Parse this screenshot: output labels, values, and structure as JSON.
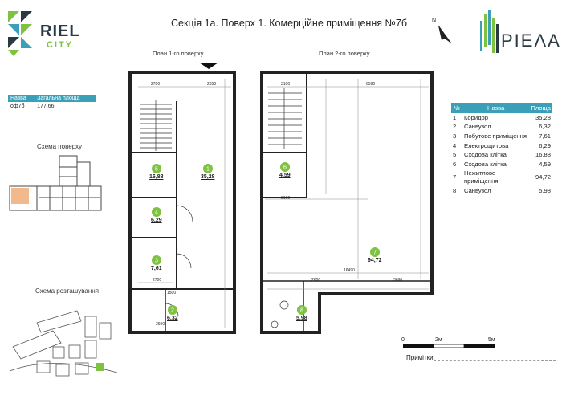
{
  "brand": {
    "riel_word": "RIEL",
    "riel_sub": "CITY",
    "piela_word": "PIEΛA",
    "green": "#7fc241",
    "teal": "#3aa0b8"
  },
  "title": "Секція 1а. Поверх 1. Комерційне приміщення №7б",
  "plans": {
    "floor1_label": "План 1-го поверху",
    "floor2_label": "План 2-го поверху"
  },
  "north_label": "N",
  "summary": {
    "headers": [
      "Назва",
      "Загальна площа"
    ],
    "row": [
      "оф7б",
      "177,66"
    ]
  },
  "floor_scheme_label": "Схема поверху",
  "site_scheme_label": "Схема розташування",
  "rooms_table": {
    "headers": [
      "№",
      "Назва",
      "Площа"
    ],
    "rows": [
      [
        "1",
        "Коридор",
        "35,28"
      ],
      [
        "2",
        "Санвузол",
        "6,32"
      ],
      [
        "3",
        "Побутове приміщення",
        "7,61"
      ],
      [
        "4",
        "Електрощитова",
        "6,29"
      ],
      [
        "5",
        "Сходова клітка",
        "16,88"
      ],
      [
        "6",
        "Сходова клітка",
        "4,59"
      ],
      [
        "7",
        "Нежитлове приміщення",
        "94,72"
      ],
      [
        "8",
        "Санвузол",
        "5,98"
      ]
    ]
  },
  "room_markers": [
    {
      "num": "1",
      "area": "35,28"
    },
    {
      "num": "2",
      "area": "6,32"
    },
    {
      "num": "3",
      "area": "7,61"
    },
    {
      "num": "4",
      "area": "6,29"
    },
    {
      "num": "5",
      "area": "16,88"
    },
    {
      "num": "6",
      "area": "4,59"
    },
    {
      "num": "7",
      "area": "94,72"
    },
    {
      "num": "8",
      "area": "5,98"
    }
  ],
  "scale": {
    "start": "0",
    "mid": "2м",
    "end": "5м"
  },
  "notes_label": "Примітки:",
  "dimensions": [
    "2700",
    "2650",
    "6590",
    "2700",
    "3100",
    "16490",
    "2700",
    "1500",
    "3600",
    "2650",
    "2600",
    "3690"
  ]
}
